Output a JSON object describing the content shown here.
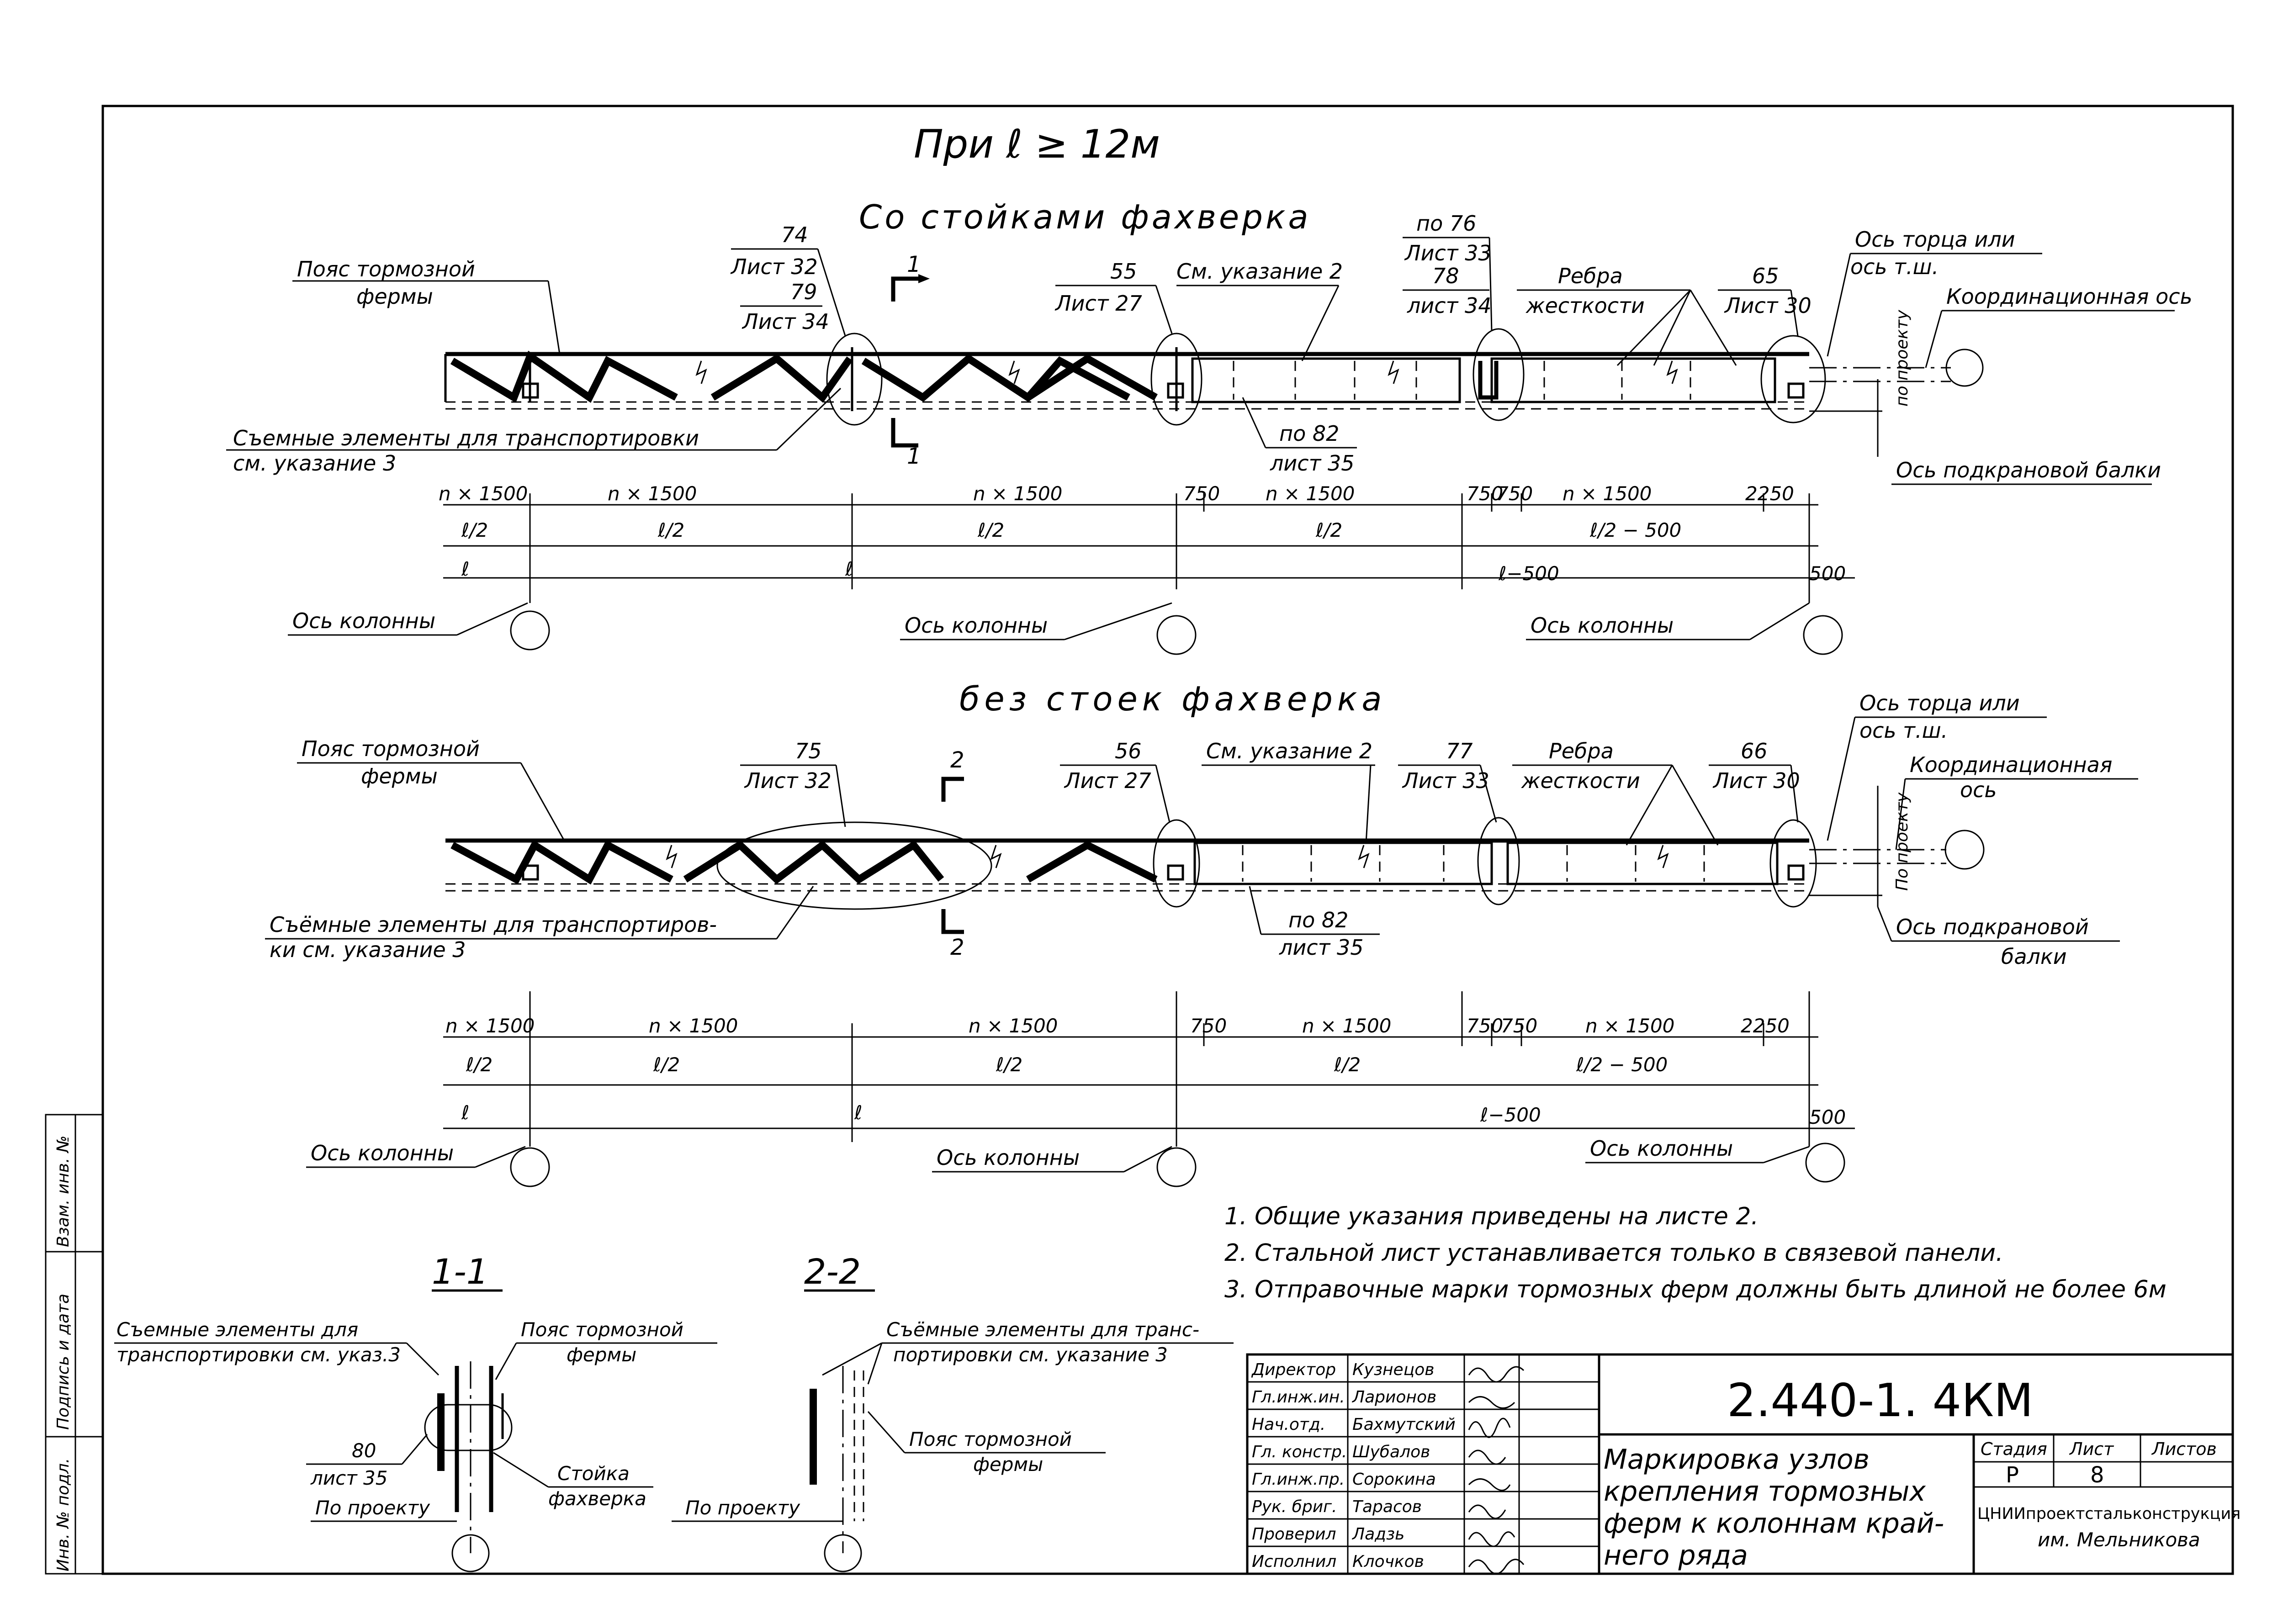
{
  "heading": "При ℓ ≥ 12м",
  "view_top": {
    "title": "Со стойками фахверка",
    "labels": {
      "belt": [
        "Пояс тормозной",
        "фермы"
      ],
      "c74": [
        "74",
        "Лист 32"
      ],
      "c79": [
        "79",
        "Лист 34"
      ],
      "section_mark": "1",
      "c55": [
        "55",
        "Лист 27"
      ],
      "see_note2": "См. указание 2",
      "c76": [
        "по 76",
        "Лист 33"
      ],
      "c78": [
        "78",
        "лист 34"
      ],
      "ribs": [
        "Ребра",
        "жесткости"
      ],
      "c65": [
        "65",
        "Лист 30"
      ],
      "end_axis": [
        "Ось торца или",
        "ось т.ш."
      ],
      "po_proektu": "по проекту",
      "coord_axis": "Координационная ось",
      "removable": [
        "Съемные элементы для транспортировки",
        "см. указание 3"
      ],
      "c82": [
        "по 82",
        "лист 35"
      ],
      "crane_axis": "Ось подкрановой балки",
      "column_axis": "Ось колонны"
    },
    "dims_row1": [
      "n × 1500",
      "n × 1500",
      "n × 1500",
      "750",
      "n × 1500",
      "750",
      "750",
      "n × 1500",
      "2250"
    ],
    "dims_row2": [
      "ℓ/2",
      "ℓ/2",
      "ℓ/2",
      "ℓ/2",
      "ℓ/2 − 500"
    ],
    "dims_row3": [
      "ℓ",
      "ℓ",
      "ℓ−500",
      "500"
    ]
  },
  "view_bottom": {
    "title": "без стоек фахверка",
    "labels": {
      "belt": [
        "Пояс тормозной",
        "фермы"
      ],
      "c75": [
        "75",
        "Лист 32"
      ],
      "section_mark": "2",
      "c56": [
        "56",
        "Лист 27"
      ],
      "see_note2": "См. указание 2",
      "c77": [
        "77",
        "Лист 33"
      ],
      "ribs": [
        "Ребра",
        "жесткости"
      ],
      "c66": [
        "66",
        "Лист 30"
      ],
      "end_axis": [
        "Ось торца или",
        "ось т.ш."
      ],
      "po_proektu": "По проекту",
      "coord_axis": [
        "Координационная",
        "ось"
      ],
      "removable": [
        "Съёмные элементы для транспортиров-",
        "ки см. указание 3"
      ],
      "c82": [
        "по 82",
        "лист 35"
      ],
      "crane_axis": [
        "Ось подкрановой",
        "балки"
      ],
      "column_axis": "Ось колонны"
    },
    "dims_row1": [
      "n × 1500",
      "n × 1500",
      "n × 1500",
      "750",
      "n × 1500",
      "750",
      "750",
      "n × 1500",
      "2250"
    ],
    "dims_row2": [
      "ℓ/2",
      "ℓ/2",
      "ℓ/2",
      "ℓ/2",
      "ℓ/2 − 500"
    ],
    "dims_row3": [
      "ℓ",
      "ℓ",
      "ℓ−500",
      "500"
    ]
  },
  "section_1": {
    "title": "1-1",
    "removable": [
      "Съемные элементы для",
      "транспортировки см. указ.3"
    ],
    "belt": [
      "Пояс тормозной",
      "фермы"
    ],
    "c80": [
      "80",
      "лист 35"
    ],
    "post": [
      "Стойка",
      "фахверка"
    ],
    "po_proektu": "По проекту"
  },
  "section_2": {
    "title": "2-2",
    "removable": [
      "Съёмные элементы для транс-",
      "портировки см. указание 3"
    ],
    "belt": [
      "Пояс тормозной",
      "фермы"
    ],
    "po_proektu": "По проекту"
  },
  "notes": [
    "1. Общие указания приведены на листе 2.",
    "2. Стальной лист устанавливается только в связевой панели.",
    "3. Отправочные марки тормозных ферм должны быть длиной не более 6м"
  ],
  "side_stamp": [
    "Инв. № подл.",
    "Подпись и дата",
    "Взам. инв. №"
  ],
  "title_block": {
    "code": "2.440-1. 4КМ",
    "name": [
      "Маркировка узлов",
      "крепления тормозных",
      "ферм к колоннам край-",
      "него ряда"
    ],
    "stage_label": "Стадия",
    "sheet_label": "Лист",
    "sheets_label": "Листов",
    "stage": "Р",
    "sheet": "8",
    "sheets": "",
    "org": [
      "ЦНИИпроектстальконструкция",
      "им. Мельникова"
    ],
    "people": [
      {
        "role": "Директор",
        "name": "Кузнецов"
      },
      {
        "role": "Гл.инж.ин.",
        "name": "Ларионов"
      },
      {
        "role": "Нач.отд.",
        "name": "Бахмутский"
      },
      {
        "role": "Гл. констр.",
        "name": "Шубалов"
      },
      {
        "role": "Гл.инж.пр.",
        "name": "Сорокина"
      },
      {
        "role": "Рук. бриг.",
        "name": "Тарасов"
      },
      {
        "role": "Проверил",
        "name": "Ладзь"
      },
      {
        "role": "Исполнил",
        "name": "Клочков"
      }
    ]
  }
}
